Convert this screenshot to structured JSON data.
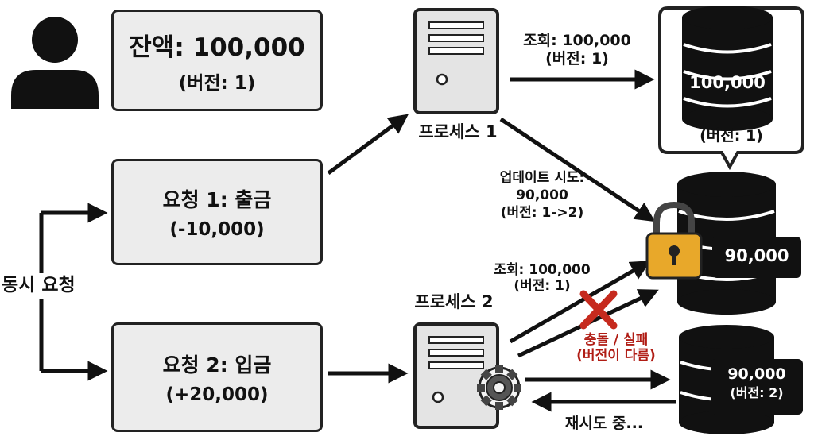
{
  "balance": {
    "title": "잔액: 100,000",
    "version": "(버전: 1)"
  },
  "concurrent_label": "동시 요청",
  "request1": {
    "title": "요청 1: 출금",
    "amount": "(-10,000)"
  },
  "request2": {
    "title": "요청 2: 입금",
    "amount": "(+20,000)"
  },
  "process1": {
    "label": "프로세스 1"
  },
  "process2": {
    "label": "프로세스 2"
  },
  "p1_read": {
    "line1": "조회: 100,000",
    "line2": "(버전: 1)"
  },
  "db_top": {
    "value": "100,000",
    "version_bubble": "(버전: 1)"
  },
  "p1_update": {
    "line1": "업데이트 시도:",
    "line2": "90,000",
    "line3": "(버전: 1->2)"
  },
  "db_locked": {
    "value": "90,000"
  },
  "p2_read": {
    "line1": "조회: 100,000",
    "line2": "(버전: 1)"
  },
  "conflict": {
    "line1": "충돌 / 실패",
    "line2": "(버전이 다름)"
  },
  "db_bottom": {
    "value": "90,000",
    "version": "(버전: 2)"
  },
  "retry": "재시도 중...",
  "colors": {
    "box_fill": "#ececec",
    "outline": "#222222",
    "lock_gold": "#e8a82a",
    "conflict_red": "#c62a1e"
  },
  "icons": [
    "person-icon",
    "server-icon",
    "database-icon",
    "padlock-icon",
    "gear-icon",
    "cross-icon"
  ]
}
